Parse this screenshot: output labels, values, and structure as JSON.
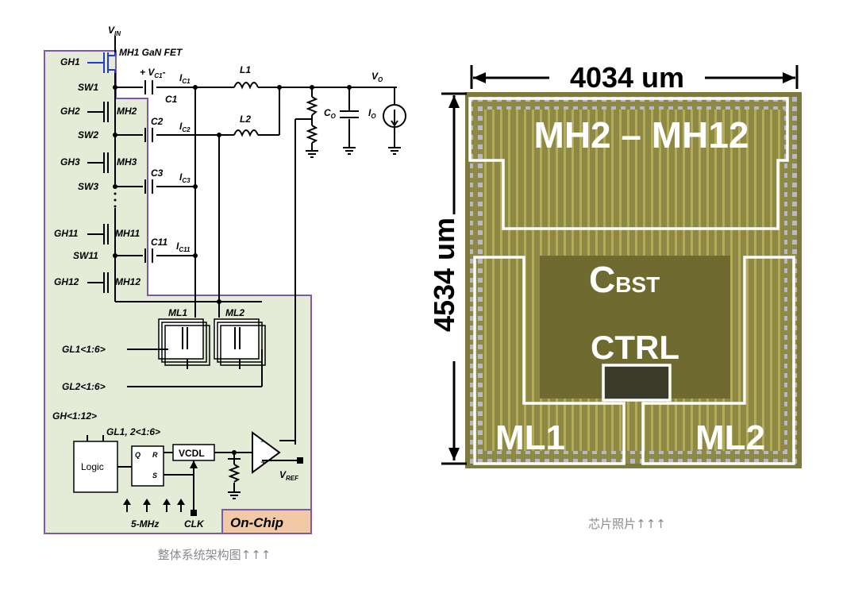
{
  "schematic": {
    "vin": "V",
    "vin_sub": "IN",
    "mh1_label": "MH1 GaN FET",
    "gates": [
      "GH1",
      "GH2",
      "GH3",
      "GH11",
      "GH12"
    ],
    "fets": [
      "MH2",
      "MH3",
      "MH11",
      "MH12"
    ],
    "switches": [
      "SW1",
      "SW2",
      "SW3",
      "SW11"
    ],
    "vc1_plus": "+",
    "vc1": "V",
    "vc1_sub": "C1",
    "vc1_minus": "-",
    "caps": [
      "C1",
      "C2",
      "C3",
      "C11"
    ],
    "ic": "I",
    "ic_subs": [
      "C1",
      "C2",
      "C3",
      "C11"
    ],
    "inductors": [
      "L1",
      "L2"
    ],
    "vo": "V",
    "vo_sub": "O",
    "co": "C",
    "co_sub": "O",
    "io": "I",
    "io_sub": "O",
    "ml": [
      "ML1",
      "ML2"
    ],
    "gl1": "GL1<1:6>",
    "gl2": "GL2<1:6>",
    "gh_bus": "GH<1:12>",
    "gl_bus": "GL1, 2<1:6>",
    "logic": "Logic",
    "q": "Q",
    "r": "R",
    "s": "S",
    "vcdl": "VCDL",
    "vref": "V",
    "vref_sub": "REF",
    "minus": "−",
    "plus": "+",
    "five_mhz": "5-MHz",
    "clk": "CLK",
    "onchip": "On-Chip",
    "colors": {
      "onchip_fill": "#e4ecd8",
      "border": "#7d5aa6",
      "blue": "#1f3bd6",
      "onchip_label": "#f2c9a6"
    }
  },
  "chip": {
    "width": "4034 um",
    "height": "4534 um",
    "mh_region": "MH2 – MH12",
    "cbst": "C",
    "cbst_sub": "BST",
    "ctrl": "CTRL",
    "ml1": "ML1",
    "ml2": "ML2"
  },
  "captions": {
    "left": "整体系统架构图↑↑↑",
    "right": "芯片照片↑↑↑"
  }
}
